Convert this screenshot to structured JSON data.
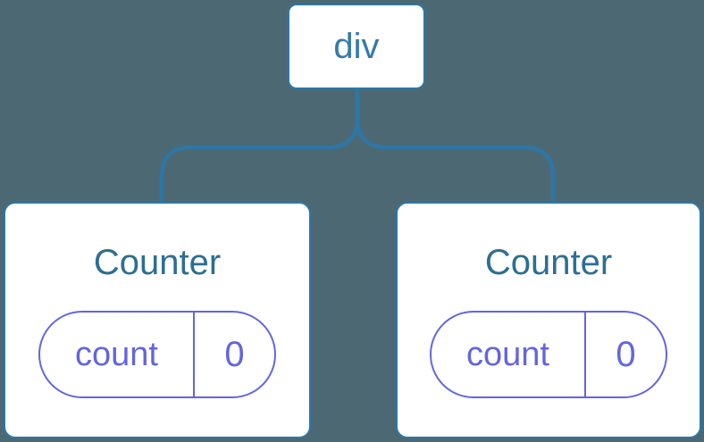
{
  "diagram": {
    "root": {
      "label": "div"
    },
    "children": [
      {
        "title": "Counter",
        "state_key": "count",
        "state_value": "0"
      },
      {
        "title": "Counter",
        "state_key": "count",
        "state_value": "0"
      }
    ]
  },
  "colors": {
    "background": "#4C6973",
    "connector_blue": "#2E76A6",
    "node_border_blue": "#2E76A6",
    "root_label_blue": "#337AAA",
    "component_title_blue": "#2D6E93",
    "state_purple": "#6365DF",
    "node_fill": "#FFFFFF"
  }
}
